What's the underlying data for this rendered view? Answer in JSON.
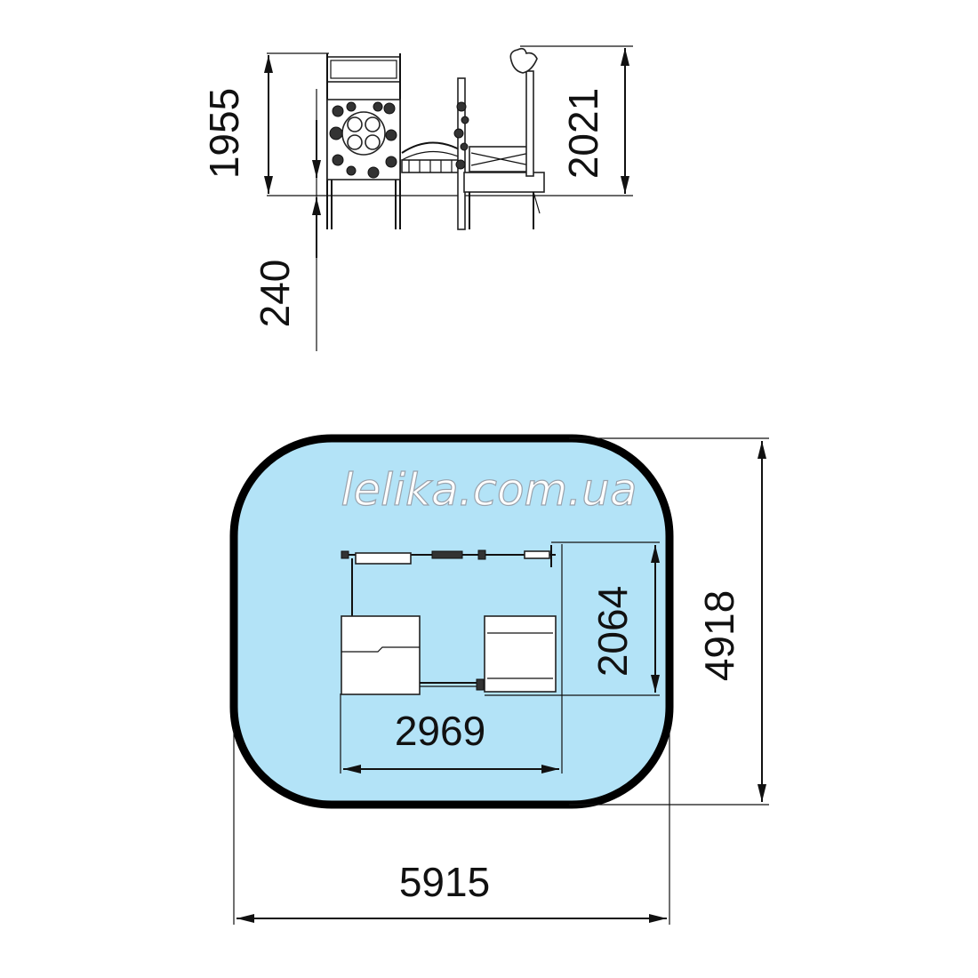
{
  "watermark": "lelika.com.ua",
  "colors": {
    "safety_zone_fill": "#b3e3f7",
    "safety_zone_border": "#000000",
    "lines": "#111111"
  },
  "side_view": {
    "dim_total_height_left": "1955",
    "dim_underground": "240",
    "dim_total_height_right": "2021"
  },
  "plan_view": {
    "dim_zone_width": "5915",
    "dim_zone_depth": "4918",
    "dim_equipment_width": "2969",
    "dim_equipment_depth": "2064"
  }
}
